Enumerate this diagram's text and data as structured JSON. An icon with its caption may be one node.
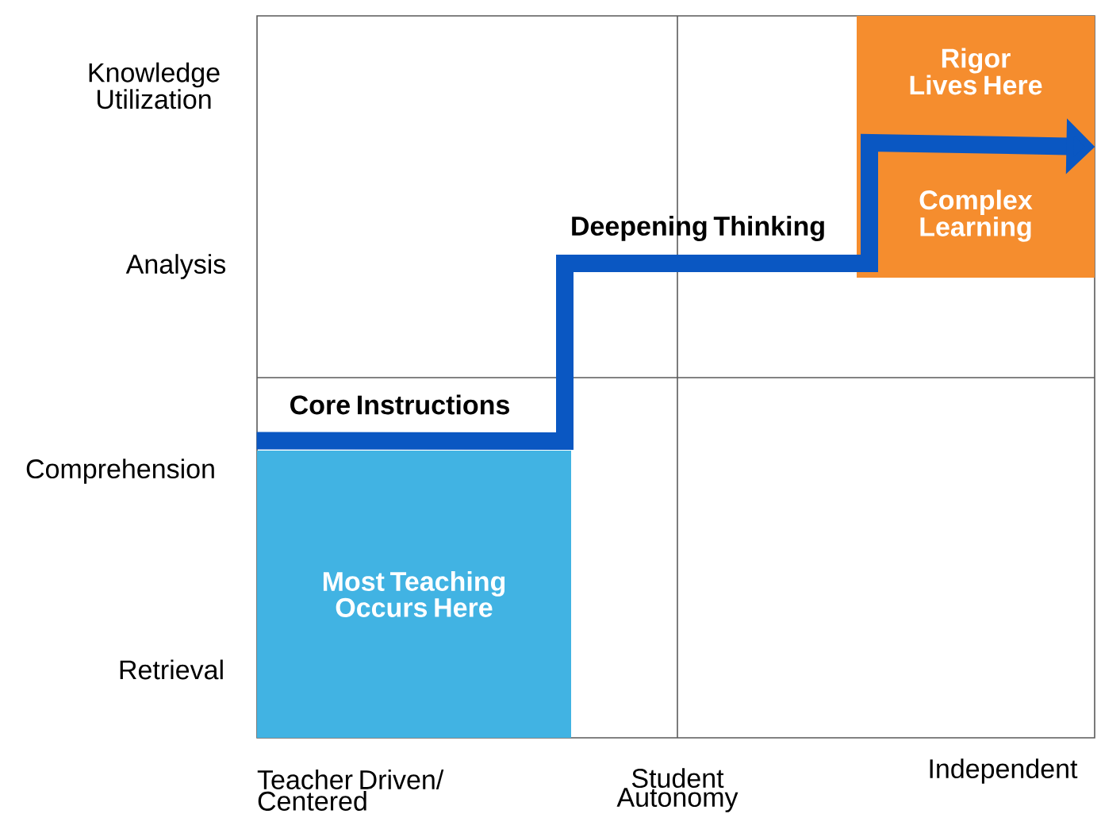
{
  "diagram": {
    "nodes": [
      {
        "text": [
          "Most Teaching Occurs Here"
        ]
      },
      {
        "text": [
          "Rigor Lives Here",
          "Complex Learning"
        ]
      }
    ],
    "edges": [
      {
        "from": 0,
        "to": 1,
        "arrow": "to"
      }
    ],
    "labels": [
      "Knowledge Utilization",
      "Analysis",
      "Deepening Thinking",
      "Core Instructions",
      "Comprehension",
      "Retrieval",
      "Teacher Driven/ Centered",
      "Student Autonomy",
      "Independent"
    ]
  }
}
